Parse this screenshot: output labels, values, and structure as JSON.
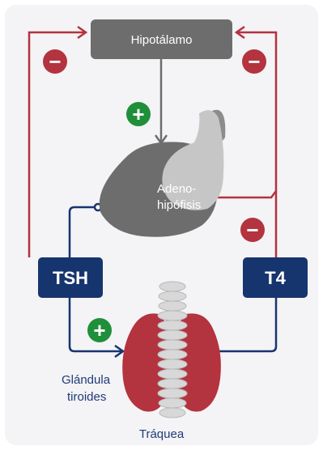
{
  "hypothalamus": {
    "label": "Hipotálamo"
  },
  "adenohypophysis": {
    "line1": "Adeno-",
    "line2": "hipófisis"
  },
  "tsh": {
    "label": "TSH"
  },
  "t4": {
    "label": "T4"
  },
  "thyroid": {
    "line1": "Glándula",
    "line2": "tiroides"
  },
  "trachea": {
    "label": "Tráquea"
  },
  "signs": {
    "plus": "+",
    "minus": "−"
  },
  "colors": {
    "background": "#f4f3f5",
    "hypothalamus": "#6d6d6d",
    "adeno": "#6d6d6d",
    "neuro": "#c6c6c6",
    "negative": "#b3333f",
    "positive": "#1f8f3a",
    "hormone_box": "#16356f",
    "thyroid": "#b3333f",
    "trachea": "#d4d4d4"
  }
}
